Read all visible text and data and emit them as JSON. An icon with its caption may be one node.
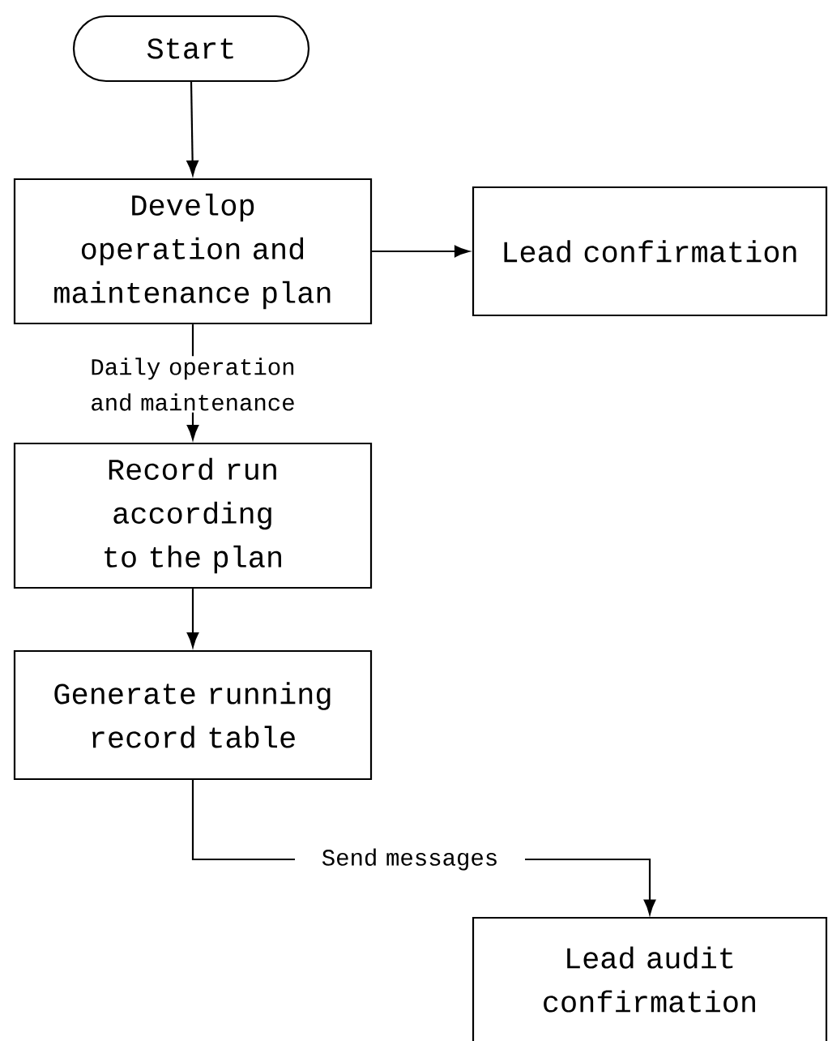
{
  "diagram": {
    "nodes": [
      {
        "text": [
          "Start"
        ]
      },
      {
        "text": [
          "Develop operation and maintenance plan"
        ]
      },
      {
        "text": [
          "Lead confirmation"
        ]
      },
      {
        "text": [
          "Record run according to the plan"
        ]
      },
      {
        "text": [
          "Generate running record table"
        ]
      },
      {
        "text": [
          "Lead audit confirmation"
        ]
      }
    ],
    "edges": [
      {
        "from": 0,
        "to": 1,
        "arrow": "to"
      },
      {
        "from": 1,
        "to": 2,
        "arrow": "to"
      },
      {
        "from": 1,
        "to": 3,
        "arrow": "to",
        "label": "Daily operation and maintenance"
      },
      {
        "from": 3,
        "to": 4,
        "arrow": "to"
      },
      {
        "from": 4,
        "to": 5,
        "arrow": "to",
        "label": "Send messages"
      }
    ]
  }
}
